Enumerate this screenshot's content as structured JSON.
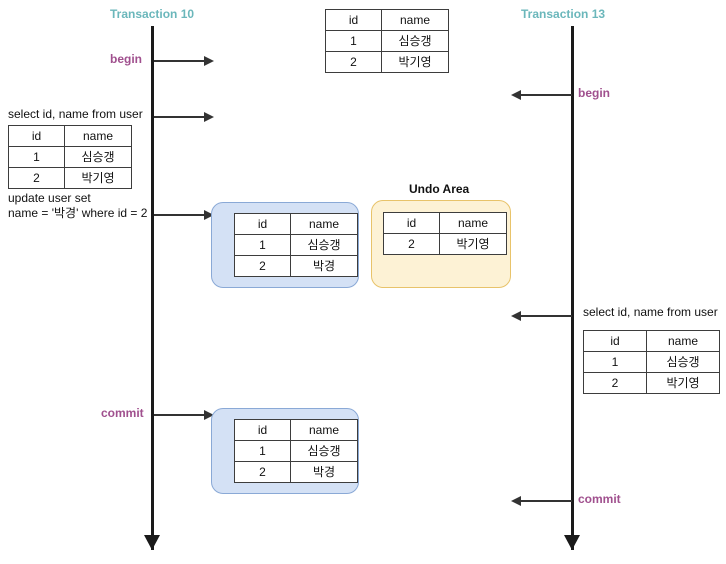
{
  "diagram": {
    "title": "MVCC transaction sequence diagram",
    "colors": {
      "transaction_title": "#6bb7bb",
      "message_label": "#a0508e",
      "lifeline": "#1a1a1a",
      "blue_box_fill": "#d4e1f5",
      "blue_box_border": "#8aa9d6",
      "yellow_box_fill": "#fdf2d5",
      "yellow_box_border": "#e8c36a"
    }
  },
  "lifelines": [
    {
      "id": "txn10",
      "title": "Transaction 10"
    },
    {
      "id": "txn13",
      "title": "Transaction 13"
    }
  ],
  "messages": {
    "begin_left": "begin",
    "begin_right": "begin",
    "commit_left": "commit",
    "commit_right": "commit"
  },
  "statements": {
    "select_left": "select id, name from user",
    "update_left": "update user set\nname = '박경' where id = 2",
    "select_right": "select id, name from user"
  },
  "labels": {
    "undo_area": "Undo Area"
  },
  "tables": {
    "initial": {
      "headers": [
        "id",
        "name"
      ],
      "rows": [
        [
          "1",
          "심승갱"
        ],
        [
          "2",
          "박기영"
        ]
      ]
    },
    "select_left_result": {
      "headers": [
        "id",
        "name"
      ],
      "rows": [
        [
          "1",
          "심승갱"
        ],
        [
          "2",
          "박기영"
        ]
      ]
    },
    "after_update": {
      "headers": [
        "id",
        "name"
      ],
      "rows": [
        [
          "1",
          "심승갱"
        ],
        [
          "2",
          "박경"
        ]
      ]
    },
    "undo": {
      "headers": [
        "id",
        "name"
      ],
      "rows": [
        [
          "2",
          "박기영"
        ]
      ]
    },
    "select_right_result": {
      "headers": [
        "id",
        "name"
      ],
      "rows": [
        [
          "1",
          "심승갱"
        ],
        [
          "2",
          "박기영"
        ]
      ]
    },
    "after_commit": {
      "headers": [
        "id",
        "name"
      ],
      "rows": [
        [
          "1",
          "심승갱"
        ],
        [
          "2",
          "박경"
        ]
      ]
    }
  }
}
